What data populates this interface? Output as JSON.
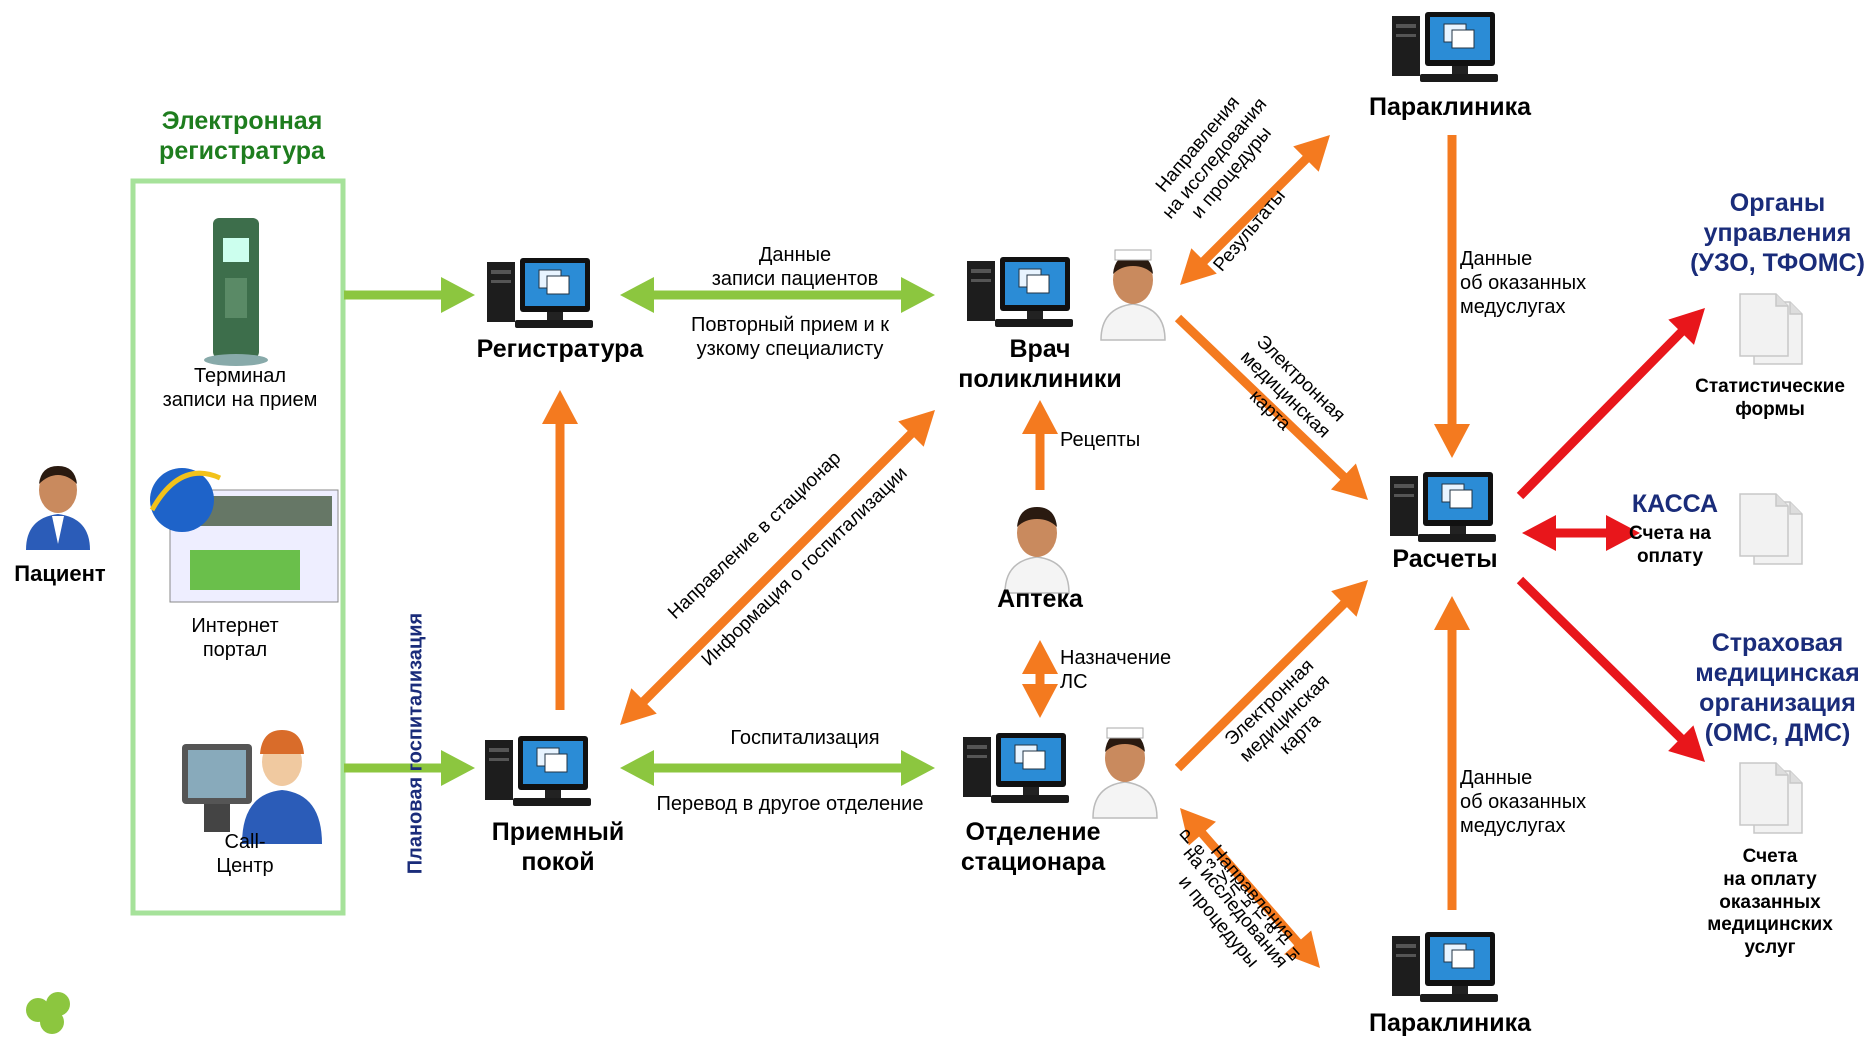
{
  "colors": {
    "green_arrow": "#8cc63f",
    "orange_arrow": "#f47a1f",
    "red_arrow": "#e8161b",
    "frame": "#a6e29a",
    "title_green": "#1e7d1e",
    "title_navy": "#1a2c7a"
  },
  "icons": {
    "computer": "computer-icon",
    "doctor": "doctor-icon",
    "pharmacist": "pharmacist-icon",
    "patient": "patient-icon",
    "document": "document-icon",
    "terminal": "kiosk-terminal-icon",
    "portal": "internet-portal-icon",
    "callcenter": "call-center-icon",
    "logo": "clover-logo-icon"
  },
  "left": {
    "registry_title": "Электронная\nрегистратура",
    "terminal_label": "Терминал\nзаписи на прием",
    "portal_label": "Интернет\nпортал",
    "callcenter_label": "Call-\nЦентр",
    "planned_hosp": "Плановая  госпитализация",
    "patient_label": "Пациент"
  },
  "nodes": {
    "registratura": "Регистратура",
    "doctor": "Врач\nполиклиники",
    "apteka": "Аптека",
    "priemny": "Приемный\nпокой",
    "otdelenie": "Отделение\nстационара",
    "paraclinic_top": "Параклиника",
    "paraclinic_bottom": "Параклиника",
    "raschety": "Расчеты"
  },
  "edges": {
    "patients_data": "Данные\nзаписи пациентов",
    "repeat_visit": "Повторный прием и к\nузкому  специалисту",
    "recipes": "Рецепты",
    "med_assign": "Назначение\nЛС",
    "hospitalization": "Госпитализация",
    "transfer": "Перевод в другое отделение",
    "to_hospital": "Направление   в  стационар",
    "hosp_info": "Информация о госпитализации",
    "research_top": "Направления\nна исследования\nи процедуры",
    "results_top": "Результаты",
    "emk_top": "Электронная\nмедицинская\nкарта",
    "services_top": "Данные\nоб оказанных\nмедуслугах",
    "emk_bottom": "Электронная\nмедицинская\nкарта",
    "services_bottom": "Данные\nоб оказанных\nмедуслугах",
    "research_bottom": "Направления\nна исследования\nи процедуры",
    "results_bottom": "Р\nе\nз\nу\nл\nь\nт\nа\nт\nы"
  },
  "right": {
    "organs": "Органы\nуправления\n(УЗО, ТФОМС)",
    "stat_forms": "Статистические\nформы",
    "kassa": "КАССА",
    "kassa_bills": "Счета на\nоплату",
    "smo": "Страховая\nмедицинская\nорганизация\n(ОМС, ДМС)",
    "smo_bills": "Счета\nна оплату\nоказанных\nмедицинских\nуслуг"
  }
}
